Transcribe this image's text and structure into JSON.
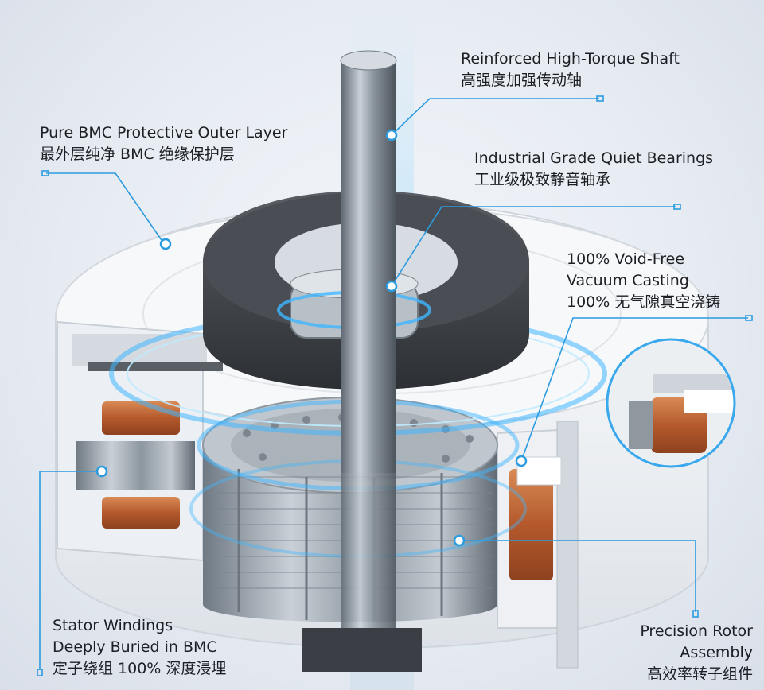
{
  "callouts": {
    "shaft": {
      "en": "Reinforced High-Torque Shaft",
      "zh": "高强度加强传动轴"
    },
    "outer_layer": {
      "en": "Pure BMC Protective Outer Layer",
      "zh": "最外层纯净 BMC 绝缘保护层"
    },
    "bearings": {
      "en": "Industrial Grade Quiet Bearings",
      "zh": "工业级极致静音轴承"
    },
    "casting": {
      "en_line1": "100% Void-Free",
      "en_line2": "Vacuum Casting",
      "zh": "100% 无气隙真空浇铸"
    },
    "stator": {
      "en_line1": "Stator Windings",
      "en_line2": "Deeply Buried in BMC",
      "zh": "定子绕组 100% 深度浸埋"
    },
    "rotor": {
      "en_line1": "Precision Rotor",
      "en_line2": "Assembly",
      "zh": "高效率转子组件"
    }
  },
  "colors": {
    "accent_blue": "#2b9be0",
    "glow_blue": "#3fb6ff",
    "housing_white": "#f2f3f5",
    "copper": "#c0683a",
    "steel": "#9aa3ad",
    "dark_cap": "#3c3f44"
  }
}
